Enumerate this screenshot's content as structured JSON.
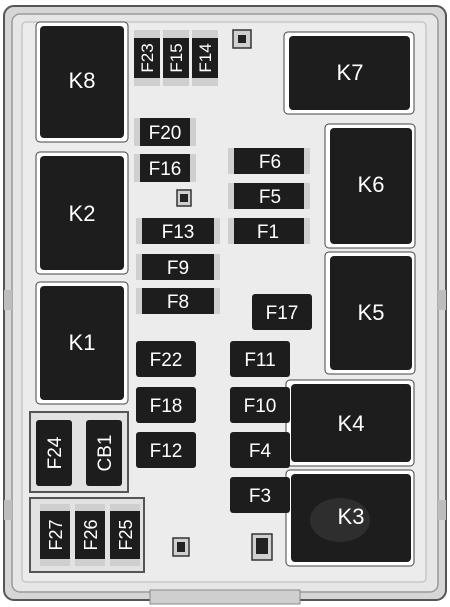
{
  "diagram": {
    "relays": {
      "k8": "K8",
      "k7": "K7",
      "k6": "K6",
      "k2": "K2",
      "k1": "K1",
      "k5": "K5",
      "k4": "K4",
      "k3": "K3"
    },
    "fuses": {
      "f23": "F23",
      "f15": "F15",
      "f14": "F14",
      "f20": "F20",
      "f16": "F16",
      "f6": "F6",
      "f5": "F5",
      "f13": "F13",
      "f1": "F1",
      "f9": "F9",
      "f8": "F8",
      "f17": "F17",
      "f22": "F22",
      "f11": "F11",
      "f18": "F18",
      "f10": "F10",
      "f12": "F12",
      "f4": "F4",
      "f3": "F3",
      "f24": "F24",
      "cb1": "CB1",
      "f27": "F27",
      "f26": "F26",
      "f25": "F25"
    }
  }
}
